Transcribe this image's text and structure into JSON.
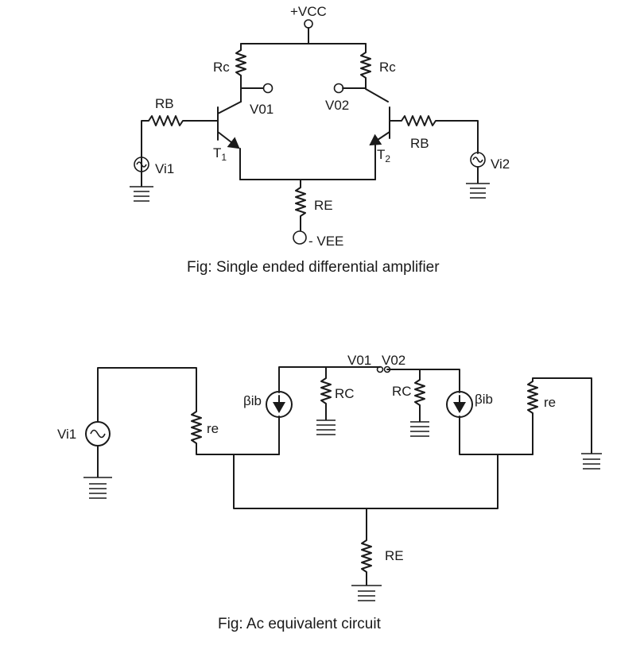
{
  "figure1": {
    "caption": "Fig: Single ended differential amplifier",
    "vcc": "+VCC",
    "rc_left": "Rc",
    "rc_right": "Rc",
    "rb_left": "RB",
    "rb_right": "RB",
    "re": "RE",
    "vee": "- VEE",
    "v01": "V01",
    "v02": "V02",
    "t1": "T1",
    "t2": "T2",
    "vi1": "Vi1",
    "vi2": "Vi2"
  },
  "figure2": {
    "caption": "Fig: Ac equivalent circuit",
    "vi1": "Vi1",
    "re_left": "re",
    "re_right": "re",
    "beta_left": "βib",
    "beta_right": "βib",
    "rc_left": "RC",
    "rc_right": "RC",
    "v01": "V01",
    "v02": "V02",
    "re_common": "RE"
  }
}
